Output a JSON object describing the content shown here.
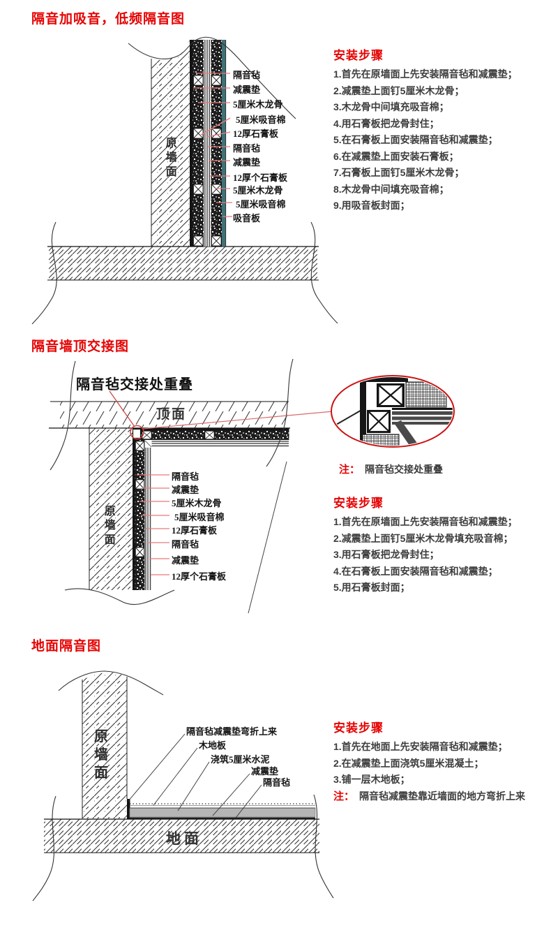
{
  "colors": {
    "title_red": "#e60202",
    "note_red": "#e60202",
    "leader_pink": "#e87a7a",
    "detail_red": "#cc1111",
    "teal_board": "#3e7278",
    "cement_gray": "#b5b5b5"
  },
  "section1": {
    "title": "隔音加吸音，低频隔音图",
    "wall_label": "原墙面",
    "layer_labels": [
      "隔音毡",
      "减震垫",
      "5厘米木龙骨",
      "5厘米吸音棉",
      "12厚石膏板",
      "隔音毡",
      "减震垫",
      "12厚个石膏板",
      "5厘米木龙骨",
      "5厘米吸音棉",
      "吸音板"
    ],
    "steps_title": "安装步骤",
    "steps": [
      "1.首先在原墙面上先安装隔音毡和减震垫；",
      "2.减震垫上面钉5厘米木龙骨；",
      "3.木龙骨中间填充吸音棉；",
      "4.用石膏板把龙骨封住；",
      "5.在石膏板上面安装隔音毡和减震垫；",
      "6.在减震垫上面安装石膏板；",
      "7.石膏板上面钉5厘米木龙骨；",
      "8.木龙骨中间填充吸音棉；",
      "9.用吸音板封面；"
    ]
  },
  "section2": {
    "title": "隔音墙顶交接图",
    "overlap_label": "隔音毡交接处重叠",
    "ceiling_label": "顶面",
    "wall_label": "原墙面",
    "layer_labels": [
      "隔音毡",
      "减震垫",
      "5厘米木龙骨",
      "5厘米吸音棉",
      "12厚石膏板",
      "隔音毡",
      "减震垫",
      "12厚个石膏板"
    ],
    "note_prefix": "注：",
    "note": "隔音毡交接处重叠",
    "steps_title": "安装步骤",
    "steps": [
      "1.首先在原墙面上先安装隔音毡和减震垫；",
      "2.减震垫上面钉5厘米木龙骨填充吸音棉；",
      "3.用石膏板把龙骨封住；",
      "4.在石膏板上面安装隔音毡和减震垫；",
      "5.用石膏板封面；"
    ]
  },
  "section3": {
    "title": "地面隔音图",
    "wall_label": "原墙面",
    "floor_label": "地面",
    "layer_labels": [
      "隔音毡减震垫弯折上来",
      "木地板",
      "浇筑5厘米水泥",
      "减震垫",
      "隔音毡"
    ],
    "steps_title": "安装步骤",
    "steps": [
      "1.首先在地面上先安装隔音毡和减震垫；",
      "2.在减震垫上面浇筑5厘米混凝土；",
      "3.铺一层木地板；"
    ],
    "note_prefix": "注：",
    "note": "隔音毡减震垫靠近墙面的地方弯折上来"
  }
}
